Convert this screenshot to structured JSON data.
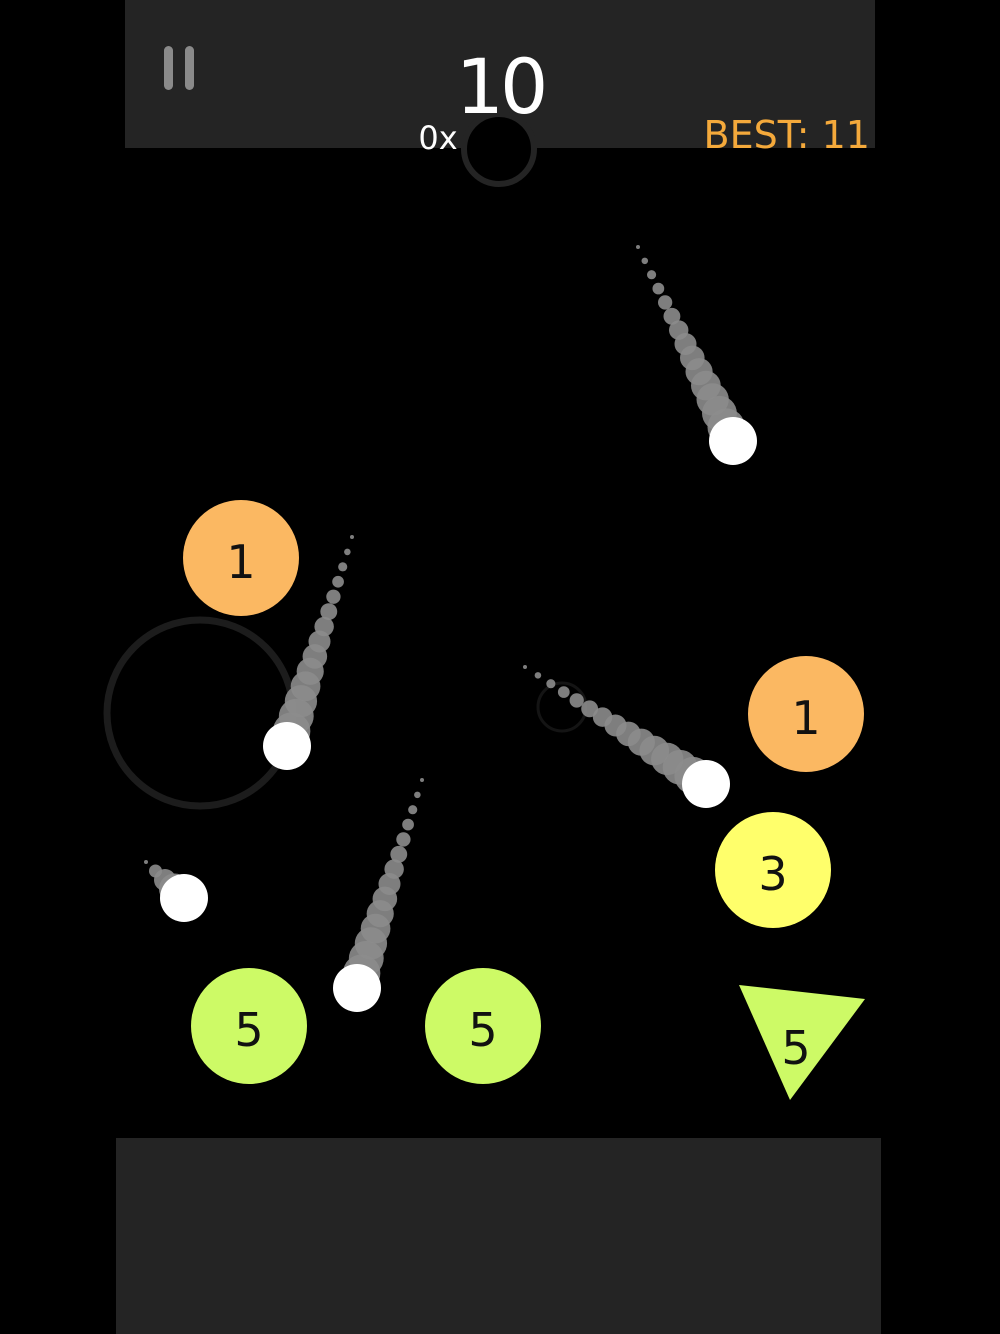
{
  "hud": {
    "score": "10",
    "multiplier": "0x",
    "best": "BEST: 11",
    "best_color": "#f4a93b",
    "pause_icon": "pause-icon"
  },
  "targets": [
    {
      "kind": "circle",
      "value": "1",
      "color": "#fbb862"
    },
    {
      "kind": "circle",
      "value": "1",
      "color": "#fbb862"
    },
    {
      "kind": "circle",
      "value": "3",
      "color": "#ffff6b"
    },
    {
      "kind": "circle",
      "value": "5",
      "color": "#cdfa66"
    },
    {
      "kind": "circle",
      "value": "5",
      "color": "#cdfa66"
    },
    {
      "kind": "triangle",
      "value": "5",
      "color": "#cdfa66"
    }
  ],
  "balls": [
    {
      "color": "#ffffff",
      "trail_color": "#8c8c8c"
    },
    {
      "color": "#ffffff",
      "trail_color": "#8c8c8c"
    },
    {
      "color": "#ffffff",
      "trail_color": "#8c8c8c"
    },
    {
      "color": "#ffffff",
      "trail_color": "#8c8c8c"
    },
    {
      "color": "#ffffff",
      "trail_color": "#8c8c8c"
    }
  ],
  "colors": {
    "background": "#000000",
    "panel": "#242424",
    "ring": "#1c1c1c"
  }
}
